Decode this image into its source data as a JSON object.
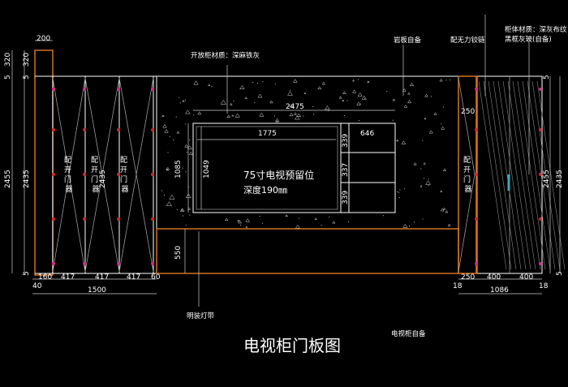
{
  "title": "电视柜门板图",
  "notes": {
    "open_cabinet_material": "开放柜材质：深麻铁灰",
    "rock_board": "岩板自备",
    "hinge": "配无力铰链",
    "cabinet_material_line1": "柜体材质：深灰布纹",
    "cabinet_material_line2": "黑框灰玻(自备)",
    "led_strip": "明装灯带",
    "tv_cabinet": "电视柜自备"
  },
  "tv_slot": {
    "line1": "75寸电视预留位",
    "line2": "深度190㎜"
  },
  "door_labels": [
    "配开门器",
    "配开门器",
    "配开门器",
    "配开门器"
  ],
  "dimensions": {
    "top_left_width": "200",
    "left_top_320": "320",
    "left_inner_320": "320",
    "left_5_top": "5",
    "left_2455": "2455",
    "left_2435": "2435",
    "left_5_bottom": "5",
    "left_inner_5": "5",
    "bottom_40": "40",
    "bottom_160": "160",
    "bottom_417_a": "417",
    "bottom_417_b": "417",
    "bottom_417_c": "417",
    "bottom_60": "60",
    "bottom_1500": "1500",
    "center_2475": "2475",
    "tv_1775": "1775",
    "shelf_646": "646",
    "tv_height_1085": "1085",
    "tv_height_1049": "1049",
    "shelf_339_a": "339",
    "shelf_337": "337",
    "shelf_339_b": "339",
    "base_550": "550",
    "door_middle_2435": "2435",
    "right_250_top": "250",
    "right_18_left": "18",
    "right_250_bottom": "250",
    "right_400_a": "400",
    "right_400_b": "400",
    "right_18_right": "18",
    "right_1086": "1086",
    "right_2455": "2455",
    "right_2435": "2435",
    "right_5_top": "5",
    "right_5_bottom": "5"
  }
}
